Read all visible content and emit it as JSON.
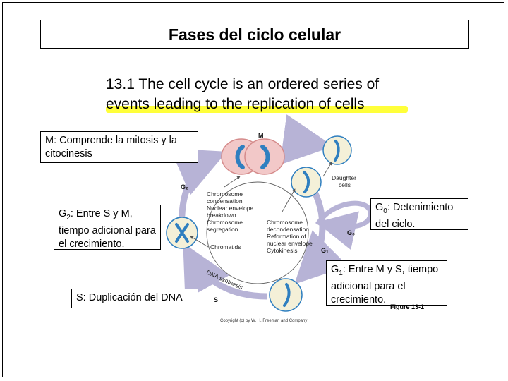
{
  "slide": {
    "title": "Fases del ciclo celular",
    "heading_line1": "13.1 The cell cycle is an ordered series of",
    "heading_line2": "events leading to the replication of cells"
  },
  "callouts": {
    "m": "M: Comprende la mitosis y la citocinesis",
    "g2_prefix": "G",
    "g2_sub": "2",
    "g2_rest": ": Entre S y M, tiempo adicional para el crecimiento.",
    "g0_prefix": "G",
    "g0_sub": "0",
    "g0_rest": ": Detenimiento del ciclo.",
    "g1_prefix": "G",
    "g1_sub": "1",
    "g1_rest": ": Entre M y S, tiempo adicional para el crecimiento.",
    "s": "S: Duplicación del DNA"
  },
  "diagram": {
    "phase_m": "M",
    "phase_g2": "G₂",
    "phase_g1": "G₁",
    "phase_g0": "G₀",
    "phase_s": "S",
    "dna_synthesis": "DNA synthesis",
    "daughter_1": "Daughter",
    "daughter_2": "cells",
    "left_labels": [
      "Chromosome",
      "condensation",
      "Nuclear envelope",
      "breakdown",
      "Chromosome",
      "segregation"
    ],
    "right_labels": [
      "Chromosome",
      "decondensation",
      "Reformation of",
      "nuclear envelope",
      "Cytokinesis"
    ],
    "chromatids": "Chromatids",
    "figure": "Figure 13-1",
    "copyright": "Copyright (c) by W. H. Freeman and Company"
  },
  "colors": {
    "arrow": "#b7b3d6",
    "chromosome": "#2f7fc0",
    "cell_fill": "#f4f0d8",
    "m_cell": "#f2c8c8",
    "highlight": "#ffff3a"
  }
}
